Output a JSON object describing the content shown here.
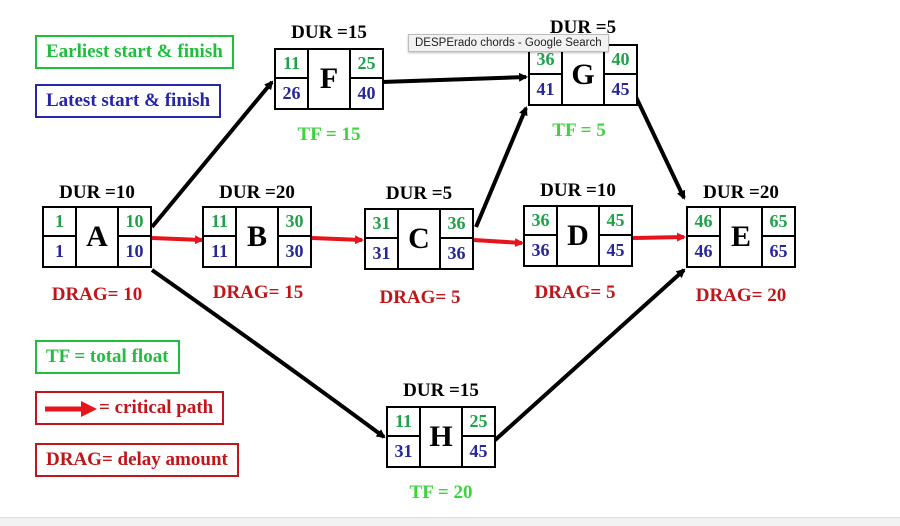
{
  "legend": {
    "earliest": "Earliest start & finish",
    "latest": "Latest start & finish",
    "tf": "TF = total float",
    "critical": "= critical path",
    "drag": "DRAG= delay amount"
  },
  "colors": {
    "early": "#1fa24a",
    "late": "#27279a",
    "critical": "#e8141c",
    "drag": "#c0161a",
    "float": "#3bd43b"
  },
  "nodes": {
    "A": {
      "name": "A",
      "dur": "DUR =10",
      "es": "1",
      "ef": "10",
      "ls": "1",
      "lf": "10",
      "drag": "DRAG= 10"
    },
    "B": {
      "name": "B",
      "dur": "DUR =20",
      "es": "11",
      "ef": "30",
      "ls": "11",
      "lf": "30",
      "drag": "DRAG= 15"
    },
    "C": {
      "name": "C",
      "dur": "DUR =5",
      "es": "31",
      "ef": "36",
      "ls": "31",
      "lf": "36",
      "drag": "DRAG= 5"
    },
    "D": {
      "name": "D",
      "dur": "DUR =10",
      "es": "36",
      "ef": "45",
      "ls": "36",
      "lf": "45",
      "drag": "DRAG= 5"
    },
    "E": {
      "name": "E",
      "dur": "DUR =20",
      "es": "46",
      "ef": "65",
      "ls": "46",
      "lf": "65",
      "drag": "DRAG= 20"
    },
    "F": {
      "name": "F",
      "dur": "DUR =15",
      "es": "11",
      "ef": "25",
      "ls": "26",
      "lf": "40",
      "tf": "TF = 15"
    },
    "G": {
      "name": "G",
      "dur": "DUR =5",
      "es": "36",
      "ef": "40",
      "ls": "41",
      "lf": "45",
      "tf": "TF = 5"
    },
    "H": {
      "name": "H",
      "dur": "DUR =15",
      "es": "11",
      "ef": "25",
      "ls": "31",
      "lf": "45",
      "tf": "TF = 20"
    }
  },
  "tooltip": "DESPErado chords - Google Search"
}
